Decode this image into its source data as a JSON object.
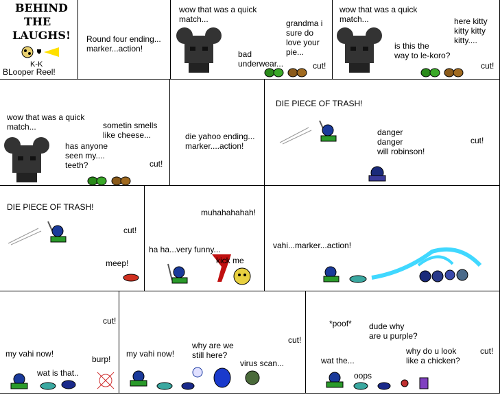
{
  "title": {
    "line1": "BEHIND",
    "line2": "THE",
    "line3": "LAUGHS!",
    "brand": "K-K",
    "subtitle": "BLooper Reel!"
  },
  "p2": {
    "text": "Round four ending...\nmarker...action!"
  },
  "p3": {
    "wow": "wow that was a quick\nmatch...",
    "under": "bad\nunderwear...",
    "grandma": "grandma i\nsure do\nlove your\npie...",
    "cut": "cut!"
  },
  "p4": {
    "wow": "wow that was a quick\nmatch...",
    "kitty": "here kitty\nkitty kitty\nkitty....",
    "lekoro": "is this the\nway to le-koro?",
    "cut": "cut!"
  },
  "p5": {
    "wow": "wow that was a quick\nmatch...",
    "cheese": "sometin smells\nlike cheese...",
    "teeth": "has anyone\nseen my....\nteeth?",
    "cut": "cut!"
  },
  "p6": {
    "text": "die yahoo ending...\nmarker....action!"
  },
  "p7": {
    "die": "DIE PIECE OF TRASH!",
    "danger": "danger\ndanger\nwill robinson!",
    "cut": "cut!"
  },
  "p8": {
    "die": "DIE PIECE OF TRASH!",
    "cut": "cut!",
    "meep": "meep!"
  },
  "p9": {
    "muha": "muhahahahah!",
    "haha": "ha ha...very funny...",
    "kick": "kick me"
  },
  "p10": {
    "text": "vahi...marker...action!"
  },
  "p11": {
    "cut": "cut!",
    "myvahi": "my vahi now!",
    "burp": "burp!",
    "what": "wat is that.."
  },
  "p12": {
    "myvahi": "my vahi now!",
    "why": "why are we\nstill here?",
    "virus": "virus scan...",
    "cut": "cut!"
  },
  "p13": {
    "poof": "*poof*",
    "purple": "dude why\nare u purple?",
    "chicken": "why do u look\nlike a chicken?",
    "cut": "cut!",
    "watthe": "wat the...",
    "oops": "oops"
  }
}
